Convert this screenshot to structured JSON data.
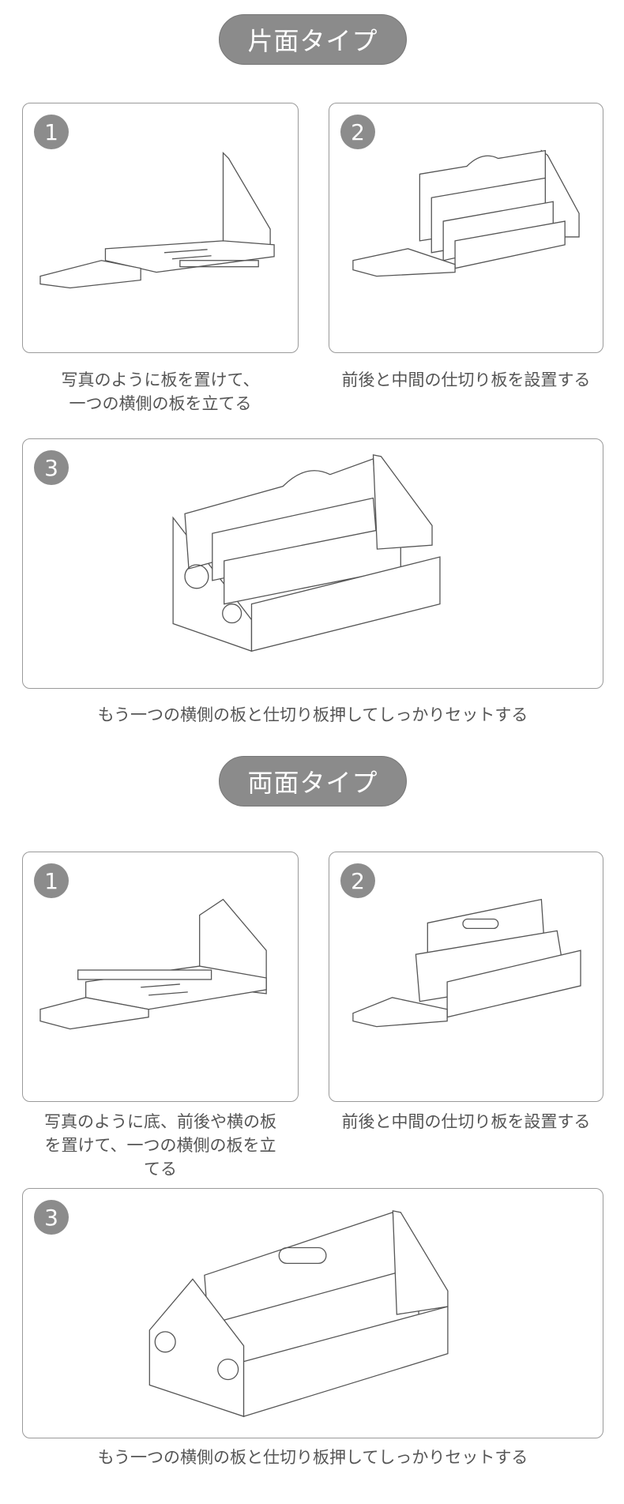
{
  "sections": [
    {
      "title": "片面タイプ",
      "steps": [
        {
          "number": "1",
          "caption_lines": [
            "写真のように板を置けて、",
            "一つの横側の板を立てる"
          ]
        },
        {
          "number": "2",
          "caption_lines": [
            "前後と中間の仕切り板を設置する"
          ]
        },
        {
          "number": "3",
          "caption_lines": [
            "もう一つの横側の板と仕切り板押してしっかりセットする"
          ]
        }
      ]
    },
    {
      "title": "両面タイプ",
      "steps": [
        {
          "number": "1",
          "caption_lines": [
            "写真のように底、前後や横の板",
            "を置けて、一つの横側の板を立",
            "てる"
          ]
        },
        {
          "number": "2",
          "caption_lines": [
            "前後と中間の仕切り板を設置する"
          ]
        },
        {
          "number": "3",
          "caption_lines": [
            "もう一つの横側の板と仕切り板押してしっかりセットする"
          ]
        }
      ]
    }
  ]
}
